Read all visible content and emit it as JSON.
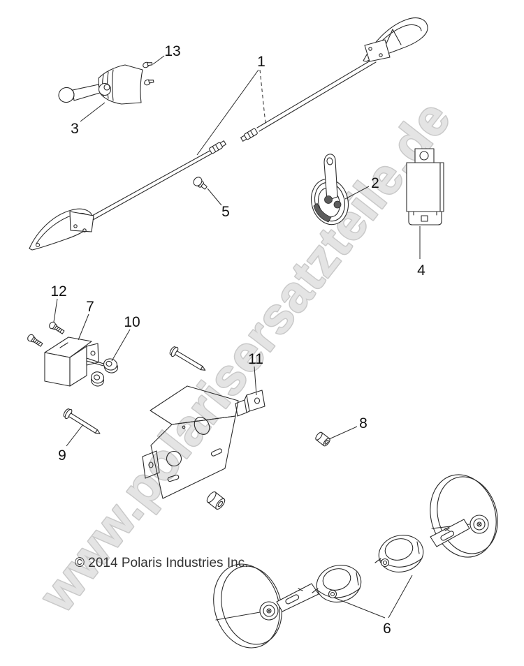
{
  "page": {
    "background": "#ffffff",
    "line_color": "#2b2b2b"
  },
  "watermark": {
    "text": "www.polarisersatzteile.de",
    "fill": "#e4e4e4",
    "outline": "#c9c9c9"
  },
  "copyright": "© 2014 Polaris Industries Inc.",
  "callouts": [
    {
      "num": "1"
    },
    {
      "num": "2"
    },
    {
      "num": "3"
    },
    {
      "num": "4"
    },
    {
      "num": "5"
    },
    {
      "num": "6"
    },
    {
      "num": "7"
    },
    {
      "num": "8"
    },
    {
      "num": "9"
    },
    {
      "num": "10"
    },
    {
      "num": "11"
    },
    {
      "num": "12"
    },
    {
      "num": "13"
    }
  ]
}
